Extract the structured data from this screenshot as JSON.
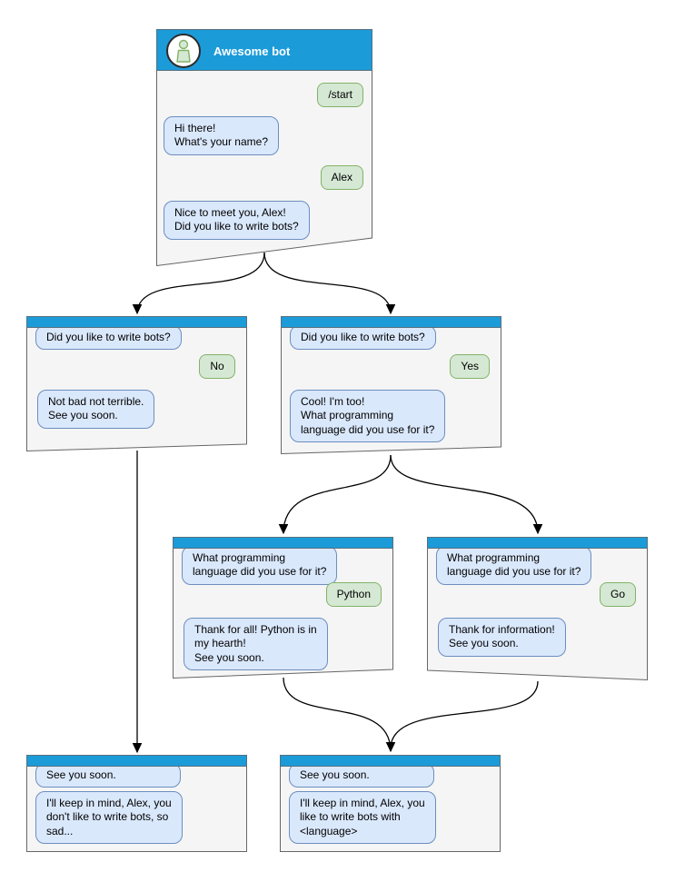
{
  "colors": {
    "header_blue": "#1c9bd9",
    "card_fill": "#f5f5f5",
    "card_border": "#666666",
    "bot_bubble_fill": "#dae8fc",
    "bot_bubble_border": "#6c8ebf",
    "user_bubble_fill": "#d5e8d4",
    "user_bubble_border": "#82b366",
    "arrow_color": "#000000"
  },
  "cards": [
    {
      "id": "awesome-bot",
      "title": "Awesome bot",
      "messages": [
        {
          "from": "user",
          "text": "/start"
        },
        {
          "from": "bot",
          "text": "Hi there!\nWhat's your name?"
        },
        {
          "from": "user",
          "text": "Alex"
        },
        {
          "from": "bot",
          "text": "Nice to meet you, Alex!\nDid you like to write bots?"
        }
      ]
    },
    {
      "id": "no-branch",
      "messages": [
        {
          "from": "bot",
          "text": "Did you like to write bots?"
        },
        {
          "from": "user",
          "text": "No"
        },
        {
          "from": "bot",
          "text": "Not bad not terrible.\nSee you soon."
        }
      ]
    },
    {
      "id": "yes-branch",
      "messages": [
        {
          "from": "bot",
          "text": "Did you like to write bots?"
        },
        {
          "from": "user",
          "text": "Yes"
        },
        {
          "from": "bot",
          "text": "Cool! I'm too!\nWhat programming\nlanguage did you use for it?"
        }
      ]
    },
    {
      "id": "python-branch",
      "messages": [
        {
          "from": "bot",
          "text": "What programming\nlanguage did you use for it?"
        },
        {
          "from": "user",
          "text": "Python"
        },
        {
          "from": "bot",
          "text": "Thank for all! Python is in\nmy hearth!\nSee you soon."
        }
      ]
    },
    {
      "id": "go-branch",
      "messages": [
        {
          "from": "bot",
          "text": "What programming\nlanguage did you use for it?"
        },
        {
          "from": "user",
          "text": "Go"
        },
        {
          "from": "bot",
          "text": "Thank for information!\nSee you soon."
        }
      ]
    },
    {
      "id": "goodbye-no",
      "messages": [
        {
          "from": "bot",
          "text": "See you soon."
        },
        {
          "from": "bot",
          "text": "I'll keep in mind, Alex, you\ndon't like to write bots, so\nsad..."
        }
      ]
    },
    {
      "id": "goodbye-yes",
      "messages": [
        {
          "from": "bot",
          "text": "See you soon."
        },
        {
          "from": "bot",
          "text": "I'll keep in mind, Alex, you\nlike to write bots with\n<language>"
        }
      ]
    }
  ],
  "edges": [
    {
      "from": "awesome-bot",
      "to": "no-branch"
    },
    {
      "from": "awesome-bot",
      "to": "yes-branch"
    },
    {
      "from": "yes-branch",
      "to": "python-branch"
    },
    {
      "from": "yes-branch",
      "to": "go-branch"
    },
    {
      "from": "no-branch",
      "to": "goodbye-no"
    },
    {
      "from": "python-branch",
      "to": "goodbye-yes"
    },
    {
      "from": "go-branch",
      "to": "goodbye-yes"
    }
  ]
}
